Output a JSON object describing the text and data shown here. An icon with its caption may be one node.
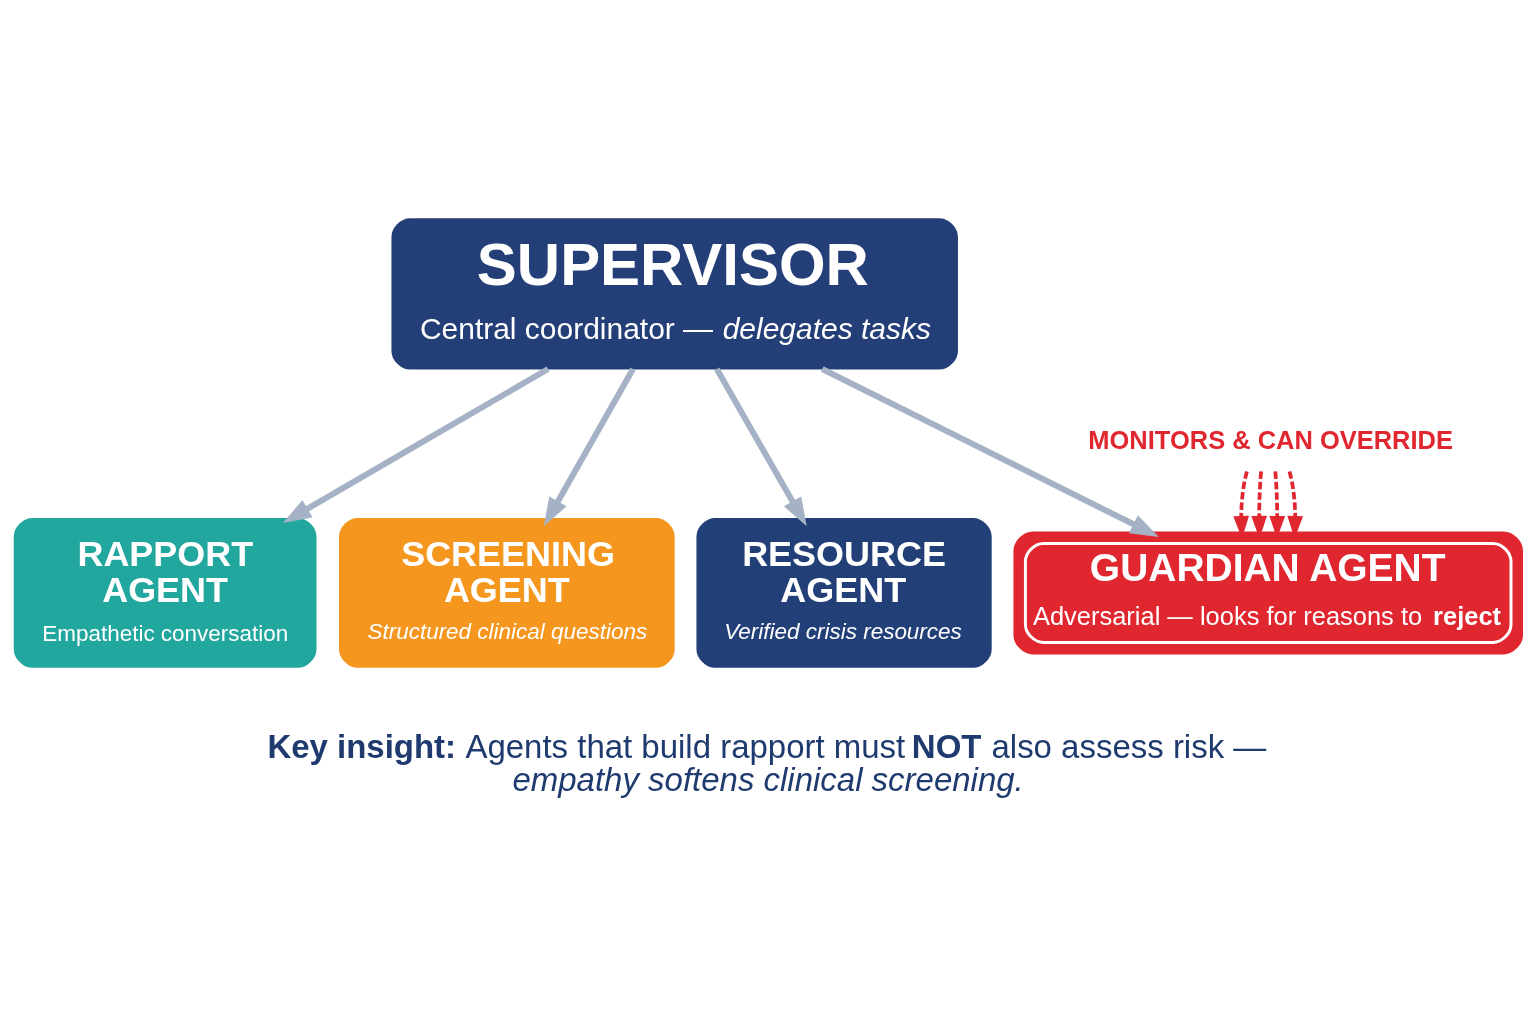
{
  "diagram": {
    "caption": "**Key insight:** Agents that build rapport must **NOT** also assess risk — *empathy softens clinical screening.*",
    "nodes": [
      {
        "text": [
          "SUPERVISOR",
          "Central coordinator — *delegates tasks*"
        ]
      },
      {
        "text": [
          "MONITORS & CAN OVERRIDE"
        ]
      },
      {
        "text": [
          "RAPPORT AGENT",
          "Empathetic conversation"
        ]
      },
      {
        "text": [
          "SCREENING AGENT",
          "Structured clinical questions"
        ]
      },
      {
        "text": [
          "RESOURCE AGENT",
          "Verified crisis resources"
        ]
      },
      {
        "text": [
          "GUARDIAN AGENT",
          "Adversarial — looks for reasons to **reject**"
        ]
      }
    ],
    "edges": [
      {
        "from": 0,
        "to": 2,
        "arrow": "to"
      },
      {
        "from": 0,
        "to": 3,
        "arrow": "to"
      },
      {
        "from": 0,
        "to": 4,
        "arrow": "to"
      },
      {
        "from": 0,
        "to": 5,
        "arrow": "to"
      },
      {
        "from": 1,
        "to": 5,
        "arrow": "to",
        "style": "dashed",
        "color": "#e0262f"
      },
      {
        "from": 1,
        "to": 5,
        "arrow": "to",
        "style": "dashed",
        "color": "#e0262f"
      },
      {
        "from": 1,
        "to": 5,
        "arrow": "to",
        "style": "dashed",
        "color": "#e0262f"
      },
      {
        "from": 1,
        "to": 5,
        "arrow": "to",
        "style": "dashed",
        "color": "#e0262f"
      }
    ]
  }
}
